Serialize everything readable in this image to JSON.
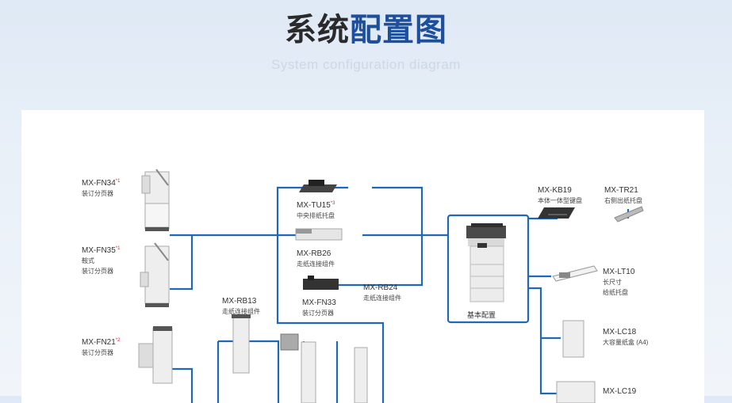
{
  "header": {
    "title_part1": "系统",
    "title_part2": "配置图",
    "subtitle": "System configuration diagram"
  },
  "colors": {
    "accent": "#1d4f9a",
    "line": "#1f68b6",
    "background": "#e6eef7"
  },
  "main_unit": {
    "label": "基本配置"
  },
  "options": {
    "fn34": {
      "code": "MX-FN34",
      "note": "*1",
      "desc": "装订分页器"
    },
    "fn35": {
      "code": "MX-FN35",
      "note": "*1",
      "desc1": "鞍式",
      "desc2": "装订分页器"
    },
    "fn21": {
      "code": "MX-FN21",
      "note": "*2",
      "desc": "装订分页器"
    },
    "rb13": {
      "code": "MX-RB13",
      "desc": "走纸连接组件"
    },
    "tu15": {
      "code": "MX-TU15",
      "note": "*3",
      "desc": "中央排纸托盘"
    },
    "rb26": {
      "code": "MX-RB26",
      "desc": "走纸连接组件"
    },
    "fn33": {
      "code": "MX-FN33",
      "desc": "装订分页器"
    },
    "rb24": {
      "code": "MX-RB24",
      "desc": "走纸连接组件"
    },
    "kb19": {
      "code": "MX-KB19",
      "desc": "本体一体型键盘"
    },
    "tr21": {
      "code": "MX-TR21",
      "desc": "右侧出纸托盘"
    },
    "lt10": {
      "code": "MX-LT10",
      "desc1": "长尺寸",
      "desc2": "给纸托盘"
    },
    "lc18": {
      "code": "MX-LC18",
      "desc": "大容量纸盒 (A4)"
    },
    "lc19": {
      "code": "MX-LC19"
    }
  }
}
